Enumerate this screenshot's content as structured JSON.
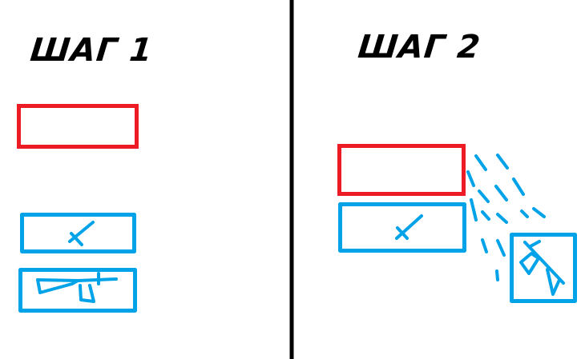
{
  "step1": {
    "title": "ШАГ 1"
  },
  "step2": {
    "title": "ШАГ 2"
  },
  "colors": {
    "empty_slot": "#ED1C24",
    "item_slot": "#00A2E8",
    "divider": "#000000"
  },
  "icons": {
    "knife": "knife-icon",
    "rifle": "rifle-icon",
    "dropped_rifle": "rifle-icon",
    "motion": "motion-lines"
  }
}
